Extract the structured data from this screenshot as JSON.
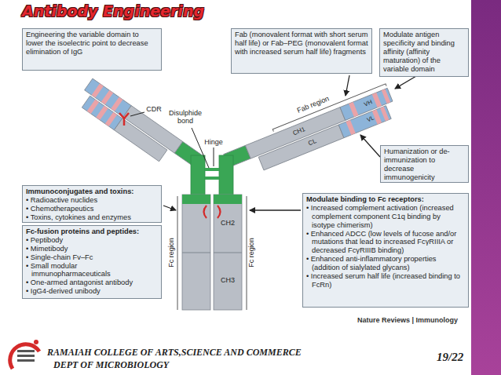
{
  "diagram": {
    "title": "Antibody Engineering",
    "nodes": [
      {
        "text": [
          "Engineering the variable domain to lower the isoelectric point to decrease elimination of IgG"
        ]
      },
      {
        "text": [
          "Fab (monovalent format with short serum half life) or Fab–PEG (monovalent format with increased serum half life) fragments"
        ]
      },
      {
        "text": [
          "Modulate antigen specificity and binding affinity (affinity maturation) of the variable domain"
        ]
      },
      {
        "text": [
          "Humanization or de-immunization to decrease immunogenicity"
        ]
      },
      {
        "text": [
          "Immunoconjugates and toxins:",
          "• Radioactive nuclides",
          "• Chemotherapeutics",
          "• Toxins, cytokines and enzymes"
        ]
      },
      {
        "text": [
          "Fc-fusion proteins and peptides:",
          "• Peptibody",
          "• Mimetibody",
          "• Single-chain Fv–Fc",
          "• Small modular immunopharmaceuticals",
          "• One-armed antagonist antibody",
          "• IgG4-derived unibody"
        ]
      },
      {
        "text": [
          "Modulate binding to Fc receptors:",
          "• Increased complement activation (increased complement component C1q binding by isotype chimerism)",
          "• Enhanced ADCC (low levels of fucose and/or mutations that lead to increased FcγRIIIA or decreased FcγRIIIB binding)",
          "• Enhanced anti-inflammatory properties (addition of sialylated glycans)",
          "• Increased serum half life (increased binding to FcRn)"
        ]
      }
    ],
    "labels": [
      "CDR",
      "Disulphide bond",
      "Hinge",
      "Fab region",
      "VH",
      "VL",
      "CH1",
      "CL",
      "CH2",
      "CH3",
      "Fc region",
      "Fc region",
      "Nature Reviews | Immunology",
      "RAMAIAH COLLEGE OF ARTS,SCIENCE AND COMMERCE",
      "DEPT OF MICROBIOLOGY",
      "19/22"
    ]
  }
}
